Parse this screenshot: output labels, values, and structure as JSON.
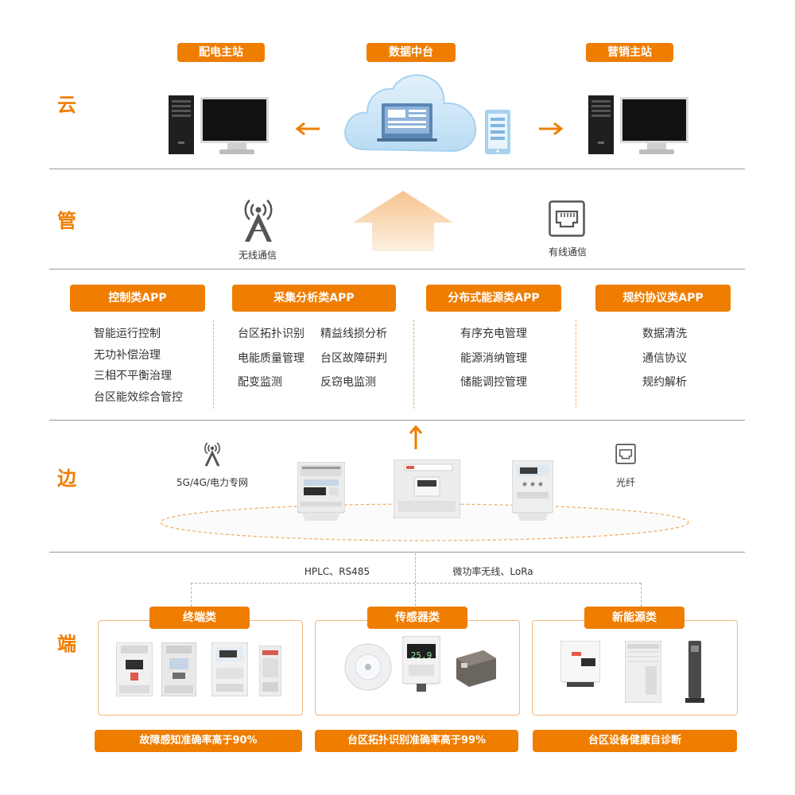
{
  "cloud": {
    "layer_label": "云",
    "left_station": "配电主站",
    "center_platform": "数据中台",
    "right_station": "营销主站"
  },
  "pipe": {
    "layer_label": "管",
    "wireless": "无线通信",
    "wired": "有线通信"
  },
  "apps": [
    {
      "title": "控制类APP",
      "items": [
        "智能运行控制",
        "无功补偿治理",
        "三相不平衡治理",
        "台区能效综合管控"
      ]
    },
    {
      "title": "采集分析类APP",
      "items": [
        "台区拓扑识别",
        "精益线损分析",
        "电能质量管理",
        "台区故障研判",
        "配变监测",
        "反窃电监测"
      ]
    },
    {
      "title": "分布式能源类APP",
      "items": [
        "有序充电管理",
        "能源消纳管理",
        "储能调控管理"
      ]
    },
    {
      "title": "规约协议类APP",
      "items": [
        "数据清洗",
        "通信协议",
        "规约解析"
      ]
    }
  ],
  "edge": {
    "layer_label": "边",
    "network_left": "5G/4G/电力专网",
    "network_right": "光纤"
  },
  "terminal": {
    "layer_label": "端",
    "link_left": "HPLC、RS485",
    "link_right": "微功率无线、LoRa",
    "categories": [
      {
        "title": "终端类",
        "footer": "故障感知准确率高于90%"
      },
      {
        "title": "传感器类",
        "footer": "台区拓扑识别准确率高于99%"
      },
      {
        "title": "新能源类",
        "footer": "台区设备健康自诊断"
      }
    ],
    "sensor_display": "25.9"
  },
  "colors": {
    "accent": "#ef7d00",
    "divider": "#9a9a9a"
  },
  "icons": [
    "pc-icon",
    "cloud-icon",
    "tablet-icon",
    "arrow-left-icon",
    "arrow-right-icon",
    "antenna-icon",
    "ethernet-port-icon",
    "upload-arrow-icon"
  ]
}
